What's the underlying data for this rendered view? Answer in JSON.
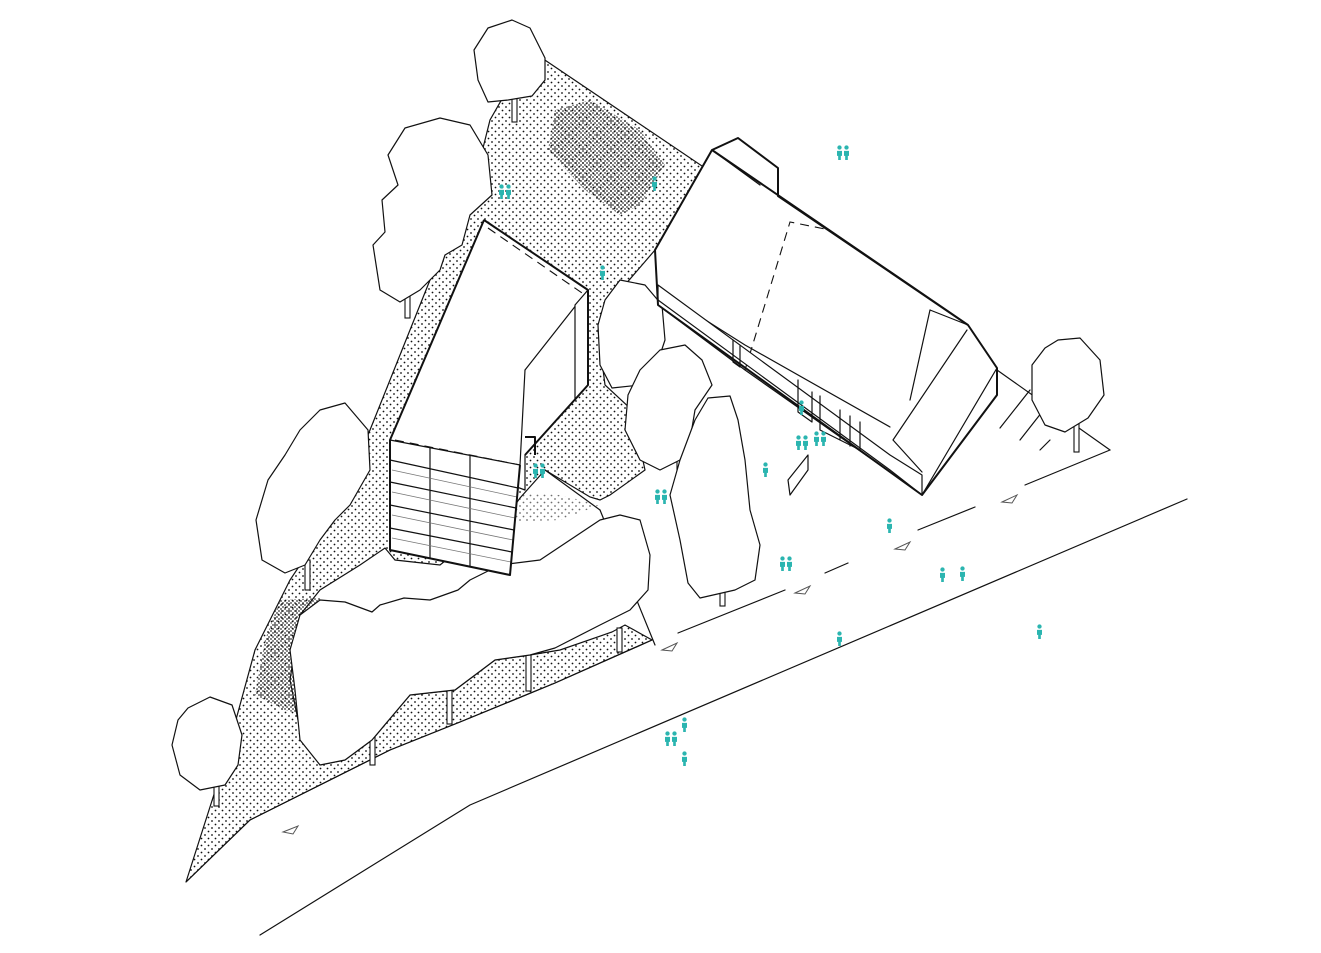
{
  "diagram": {
    "type": "isometric-site-plan",
    "style": "black line drawing with dotted hatching for landscaped ground",
    "colors": {
      "line": "#111111",
      "background": "#ffffff",
      "hatch_dots": "#111111",
      "people": "#2BB5B0"
    },
    "elements": {
      "landscape": "dotted-ground-area",
      "buildings": [
        "tall-block-building",
        "long-gabled-building"
      ],
      "trees": 10,
      "people_groups": 21,
      "direction_arrows": 6
    }
  }
}
